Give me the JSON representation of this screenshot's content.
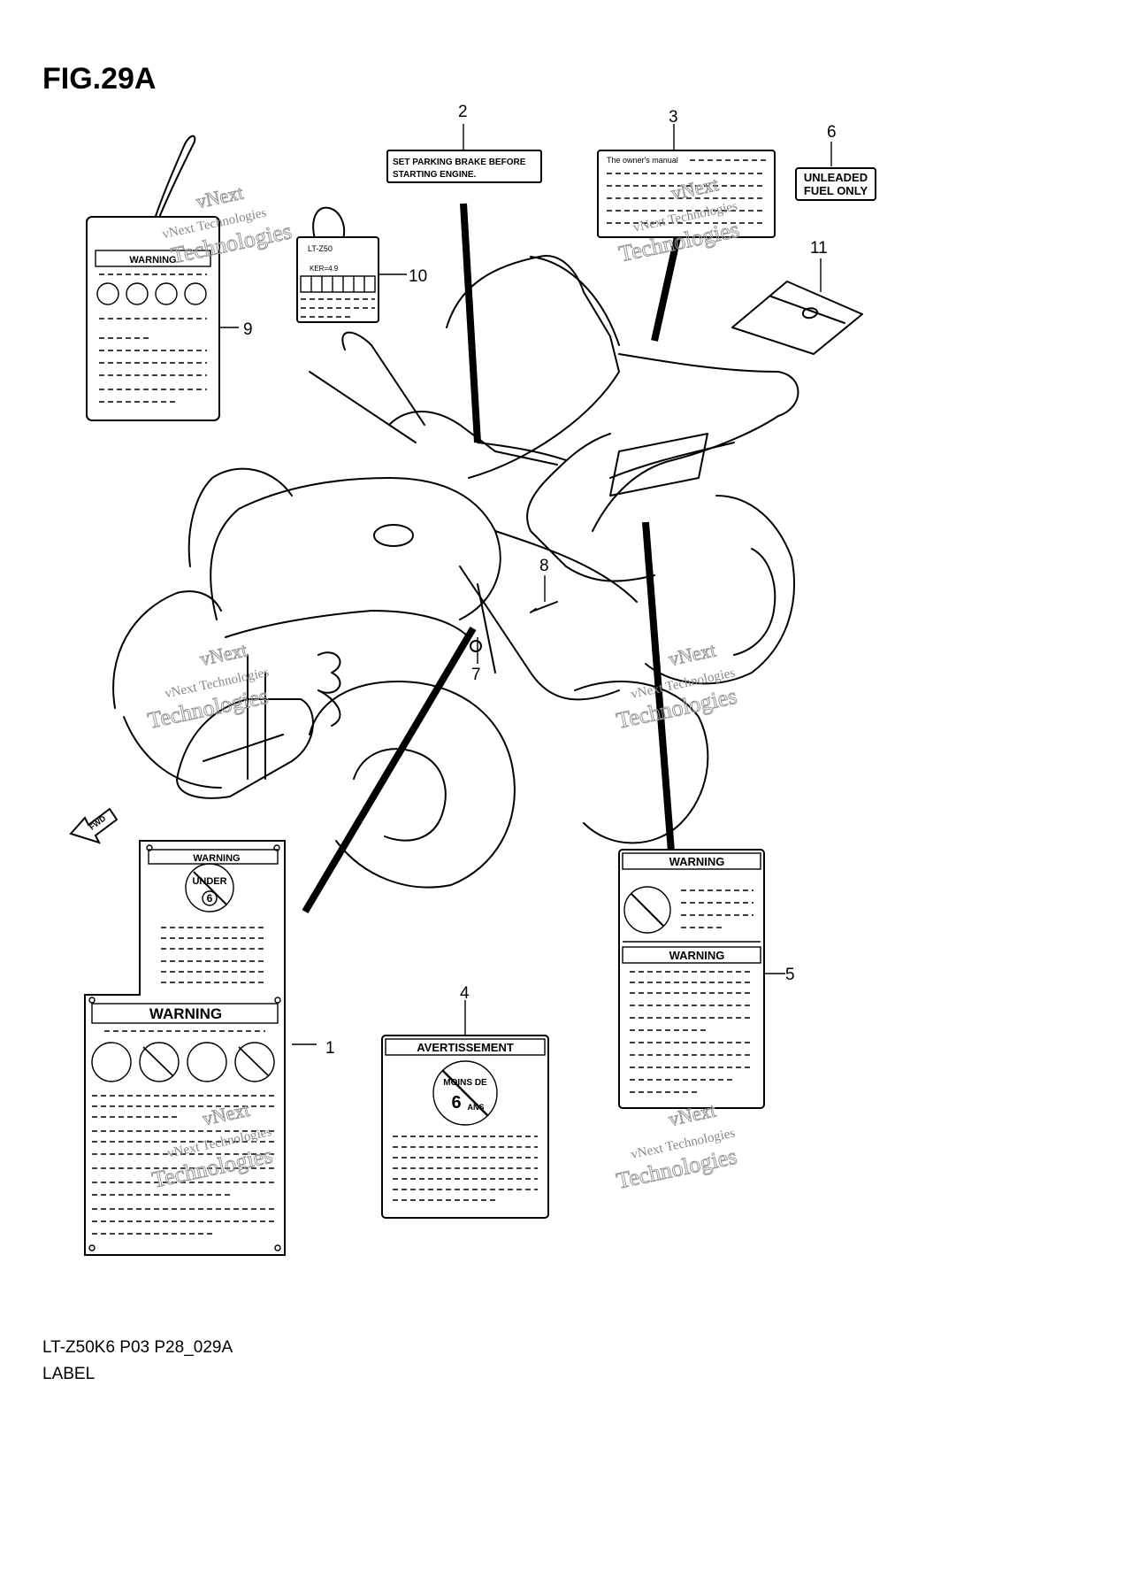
{
  "figure": {
    "title": "FIG.29A",
    "model_code": "LT-Z50K6 P03 P28_029A",
    "caption": "LABEL"
  },
  "callouts": [
    "1",
    "2",
    "3",
    "4",
    "5",
    "6",
    "7",
    "8",
    "9",
    "10",
    "11"
  ],
  "labels": {
    "parking": {
      "line1": "SET PARKING BRAKE BEFORE",
      "line2": "STARTING ENGINE."
    },
    "manual": {
      "header": "The owner's manual"
    },
    "fuel": {
      "line1": "UNLEADED",
      "line2": "FUEL ONLY"
    },
    "tag": {
      "header": "WARNING"
    },
    "spec": {
      "line1": "LT-Z50",
      "line2": "KER=4.9"
    },
    "front_warning": {
      "header_top": "WARNING",
      "under_text": "UNDER",
      "under_num": "6",
      "header_main": "WARNING"
    },
    "avert": {
      "header": "AVERTISSEMENT",
      "moins": "MOINS DE",
      "num": "6",
      "ans": "ANS"
    },
    "rear_warning": {
      "header_top": "WARNING",
      "header_bottom": "WARNING"
    }
  },
  "direction_marker": "FWD",
  "watermark": {
    "line1": "vNext Technologies",
    "line2": "vNext",
    "line3": "Technologies"
  }
}
